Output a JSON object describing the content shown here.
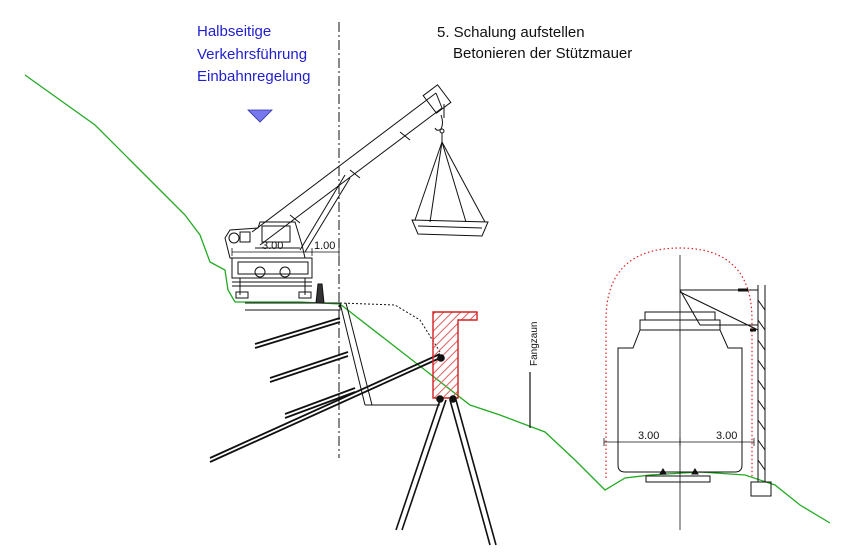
{
  "traffic": {
    "line1": "Halbseitige",
    "line2": "Verkehrsführung",
    "line3": "Einbahnregelung"
  },
  "step": {
    "line1": "5. Schalung aufstellen",
    "line2": "Betonieren der Stützmauer"
  },
  "dims": {
    "crane_width": "3.00",
    "crane_offset": "1.00",
    "rail_left": "3.00",
    "rail_right": "3.00"
  },
  "fence_label": "Fangzaun",
  "colors": {
    "ground": "#22aa22",
    "wall": "#d42020",
    "wall_hatch": "#e06060",
    "clearance": "#dd2222",
    "marker": "#7777ee",
    "text_blue": "#1f1fd0",
    "line": "#111111"
  }
}
